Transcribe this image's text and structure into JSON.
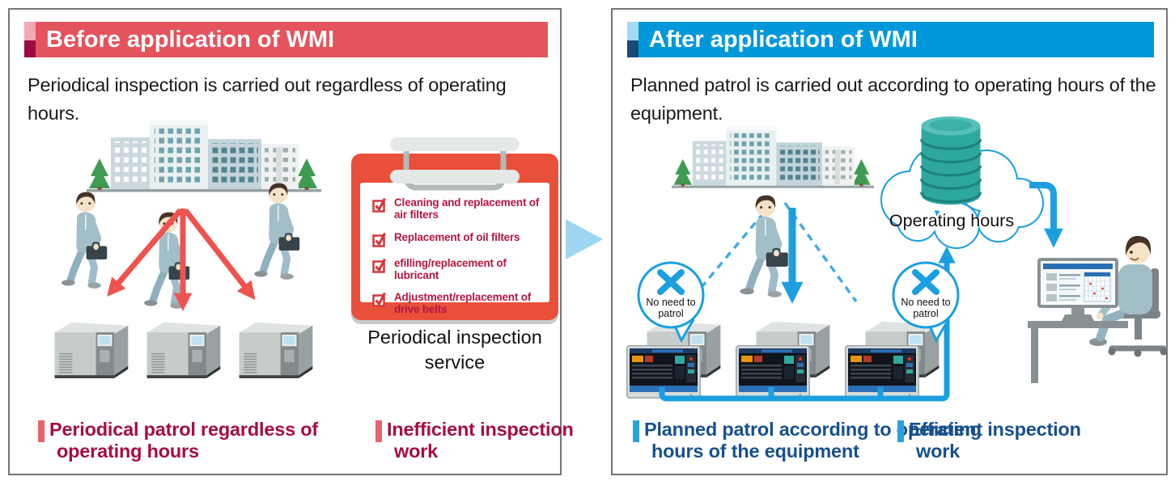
{
  "before": {
    "title": "Before application of WMI",
    "description": "Periodical inspection is carried out regardless of operating hours.",
    "checklist_items": [
      "Cleaning and replacement of air filters",
      "Replacement of oil filters",
      "efilling/replacement of lubricant",
      "Adjustment/replacement of drive belts"
    ],
    "clipboard_caption": "Periodical inspection service",
    "takeaways": [
      "Periodical patrol regardless of operating hours",
      "Inefficient inspection work"
    ],
    "colors": {
      "header_bg": "#E4545C",
      "accent_light": "#F2A7B6",
      "accent_dark": "#9B0A40",
      "takeaway_text": "#A50D42",
      "takeaway_bar": "#E8636B",
      "arrow_red": "#EF5350",
      "clipboard_red": "#E8503A",
      "checklist_text": "#B5163F"
    }
  },
  "after": {
    "title": "After application of WMI",
    "description": "Planned patrol is carried out according to operating hours of the equipment.",
    "cloud_label": "Operating hours",
    "no_patrol_labels": [
      "No need to patrol",
      "No need to patrol"
    ],
    "takeaways": [
      "Planned patrol according to operating hours of the equipment",
      "Efficient inspection work"
    ],
    "colors": {
      "header_bg": "#0098DB",
      "accent_light": "#A6D8F2",
      "accent_dark": "#1A4878",
      "takeaway_text": "#17508C",
      "takeaway_bar": "#29A1E0",
      "arrow_blue": "#1B9FE0",
      "database_teal": "#2EA89F"
    }
  },
  "transition": {
    "arrow_color": "#9ED6F2"
  }
}
